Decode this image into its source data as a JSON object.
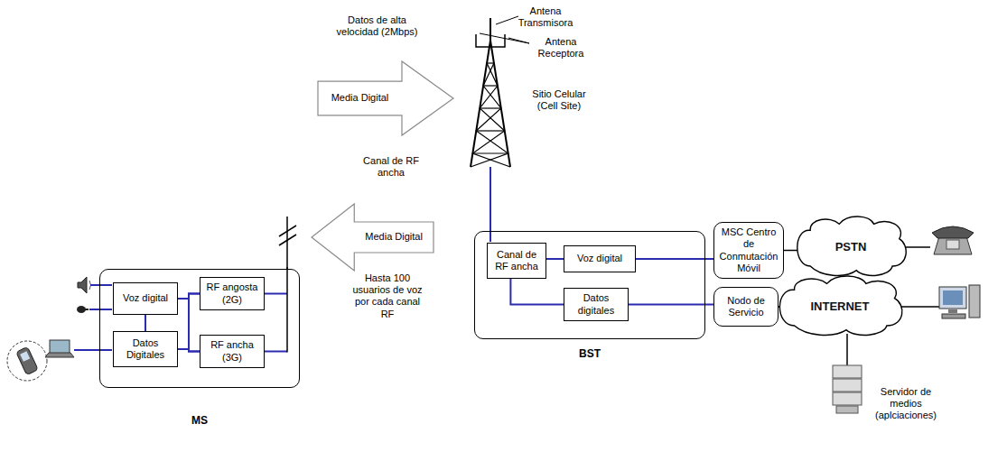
{
  "diagram": {
    "nodes": [
      {
        "text": [
          "MS"
        ]
      },
      {
        "text": [
          "Voz digital"
        ],
        "in": 0
      },
      {
        "text": [
          "Datos Digitales"
        ],
        "in": 0
      },
      {
        "text": [
          "RF angosta (2G)"
        ],
        "in": 0
      },
      {
        "text": [
          "RF ancha (3G)"
        ],
        "in": 0
      },
      {
        "text": [
          "Media Digital"
        ]
      },
      {
        "text": [
          "Media Digital"
        ]
      },
      {
        "text": [
          "BST"
        ]
      },
      {
        "text": [
          "Canal de RF ancha"
        ],
        "in": 7
      },
      {
        "text": [
          "Voz digital"
        ],
        "in": 7
      },
      {
        "text": [
          "Datos digitales"
        ],
        "in": 7
      },
      {
        "text": [
          "MSC Centro de Conmutación Móvil"
        ]
      },
      {
        "text": [
          "Nodo de Servicio"
        ]
      },
      {
        "text": [
          "PSTN"
        ]
      },
      {
        "text": [
          "INTERNET"
        ]
      }
    ],
    "edges": [
      {
        "from": 1,
        "to": 2,
        "arrow": "none"
      },
      {
        "from": 1,
        "to": 3,
        "arrow": "none"
      },
      {
        "from": 1,
        "to": 4,
        "arrow": "none"
      },
      {
        "from": 2,
        "to": 3,
        "arrow": "none"
      },
      {
        "from": 2,
        "to": 4,
        "arrow": "none"
      },
      {
        "from": 8,
        "to": 9,
        "arrow": "none"
      },
      {
        "from": 8,
        "to": 10,
        "arrow": "none"
      },
      {
        "from": 9,
        "to": 11,
        "arrow": "none"
      },
      {
        "from": 10,
        "to": 12,
        "arrow": "none"
      },
      {
        "from": 11,
        "to": 13,
        "arrow": "none"
      },
      {
        "from": 12,
        "to": 14,
        "arrow": "none"
      }
    ],
    "labels": [
      "Datos de alta velocidad (2Mbps)",
      "Antena Transmisora",
      "Antena Receptora",
      "Sitio Celular (Cell Site)",
      "Canal de RF ancha",
      "Hasta 100 usuarios de voz por cada canal RF",
      "Servidor de medios (aplciaciones)"
    ]
  }
}
